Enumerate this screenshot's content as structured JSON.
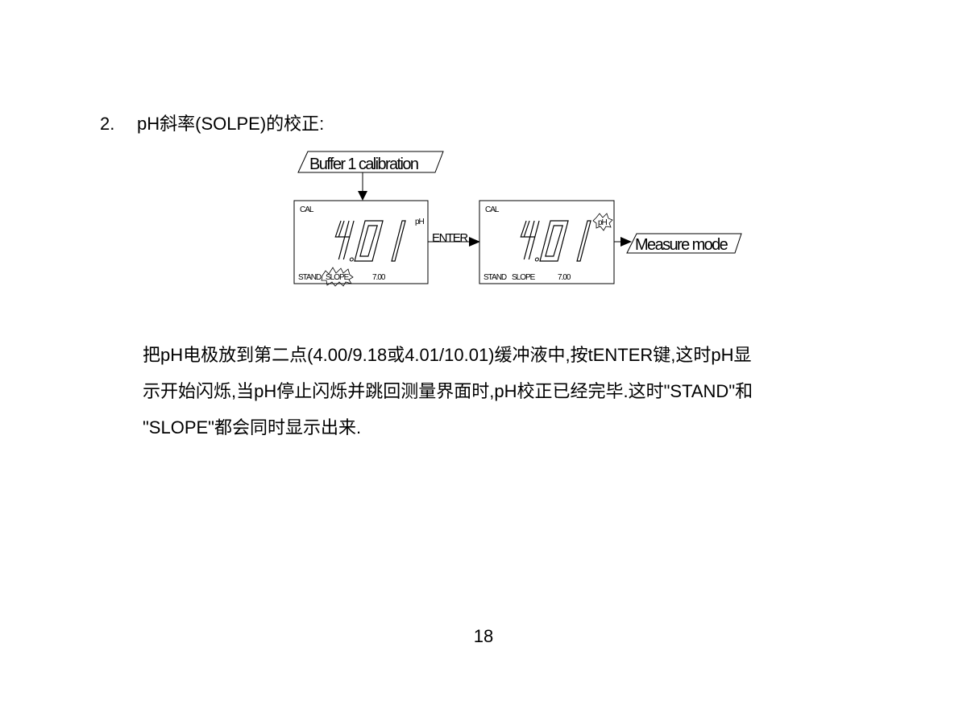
{
  "section": {
    "number": "2.",
    "title": "pH斜率(SOLPE)的校正:"
  },
  "diagram": {
    "start_label": "Buffer 1 calibration",
    "end_label": "Measure mode",
    "arrow_label": "ENTER",
    "display1": {
      "mode": "CAL",
      "reading": "4.01",
      "unit": "pH",
      "status_left": "STAND",
      "status_blinking": "SLOPE",
      "reference": "7.00"
    },
    "display2": {
      "mode": "CAL",
      "reading": "4.01",
      "unit_blinking": "pH",
      "status_left": "STAND",
      "status_right": "SLOPE",
      "reference": "7.00"
    }
  },
  "body": {
    "line1": "把pH电极放到第二点(4.00/9.18或4.01/10.01)缓冲液中,按tENTER键,这时pH显",
    "line2": "示开始闪烁,当pH停止闪烁并跳回测量界面时,pH校正已经完毕.这时\"STAND\"和",
    "line3": "\"SLOPE\"都会同时显示出来."
  },
  "page_number": "18"
}
